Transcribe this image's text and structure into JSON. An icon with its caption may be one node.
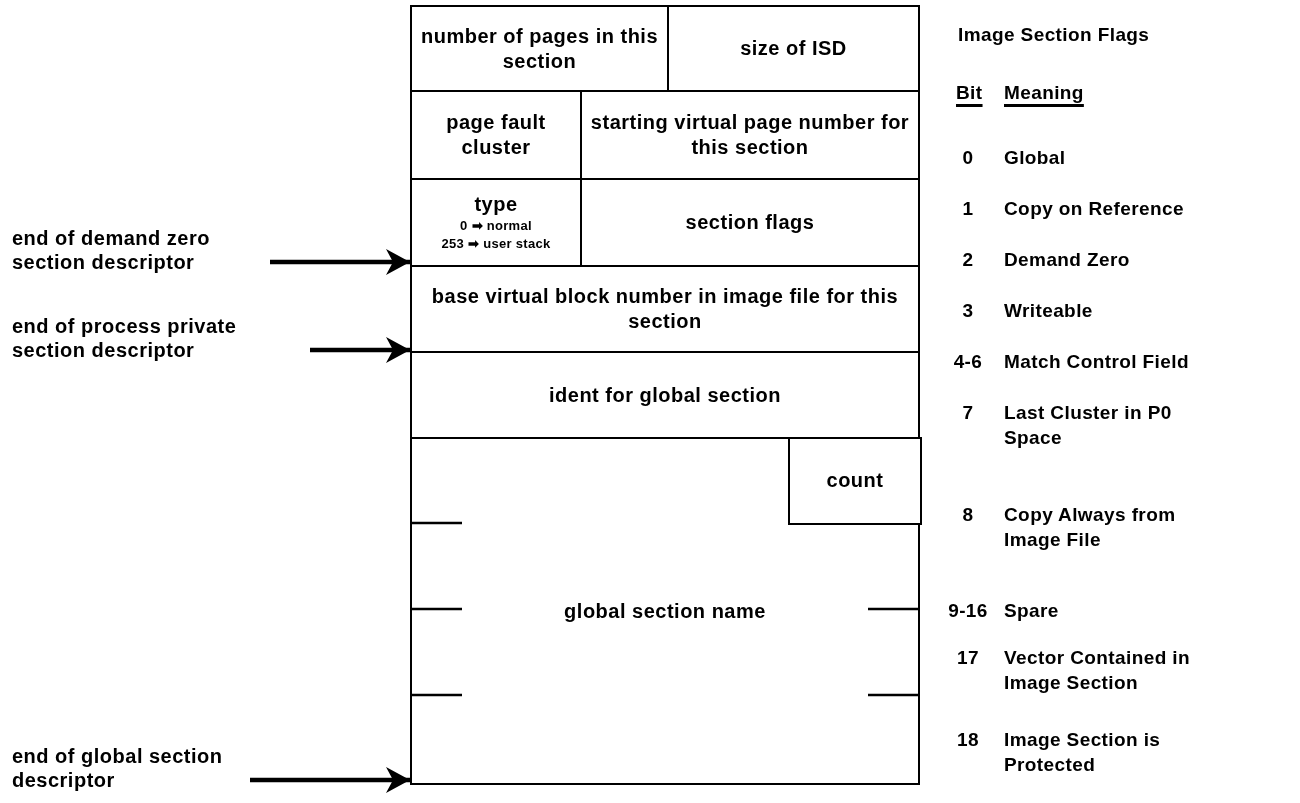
{
  "diagram": {
    "nodes": [
      {
        "text": [
          "number of pages in this section"
        ]
      },
      {
        "text": [
          "size of ISD"
        ]
      },
      {
        "text": [
          "page fault cluster"
        ]
      },
      {
        "text": [
          "starting virtual page number for this section"
        ]
      },
      {
        "text": [
          "type",
          "0 ➡ normal",
          "253 ➡ user stack"
        ]
      },
      {
        "text": [
          "section flags"
        ]
      },
      {
        "text": [
          "base virtual block number in image file for this section"
        ]
      },
      {
        "text": [
          "ident for global section"
        ]
      },
      {
        "text": [
          "global section name"
        ]
      },
      {
        "text": [
          "count"
        ],
        "in": 8
      },
      {
        "text": [
          "end of demand zero section descriptor"
        ]
      },
      {
        "text": [
          "end of process private section descriptor"
        ]
      },
      {
        "text": [
          "end of global section descriptor"
        ]
      }
    ],
    "edges": [
      {
        "from": 10,
        "to": 4,
        "arrow": "to"
      },
      {
        "from": 11,
        "to": 6,
        "arrow": "to"
      },
      {
        "from": 12,
        "to": 8,
        "arrow": "to"
      }
    ],
    "labels": [
      "Image Section Flags",
      "Bit",
      "Meaning",
      "0",
      "Global",
      "1",
      "Copy on Reference",
      "2",
      "Demand Zero",
      "3",
      "Writeable",
      "4-6",
      "Match Control Field",
      "7",
      "Last Cluster in P0 Space",
      "8",
      "Copy Always from Image File",
      "9-16",
      "Spare",
      "17",
      "Vector Contained in Image Section",
      "18",
      "Image Section is Protected"
    ]
  }
}
